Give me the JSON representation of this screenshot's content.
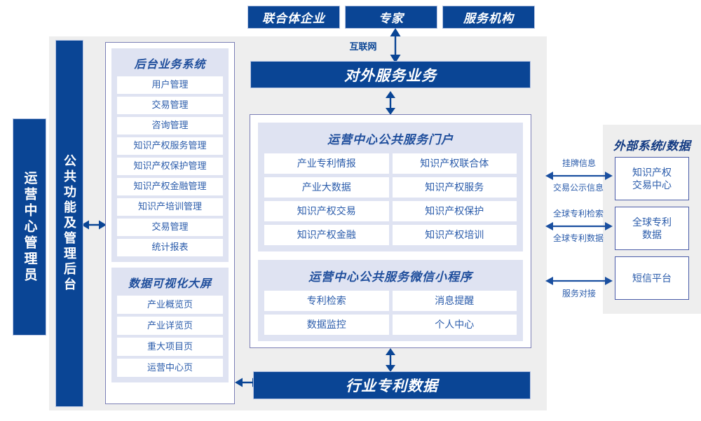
{
  "top_actors": [
    {
      "label": "联合体企业"
    },
    {
      "label": "专家"
    },
    {
      "label": "服务机构"
    }
  ],
  "internet_label": "互联网",
  "external_service_bar": "对外服务业务",
  "left_column": {
    "operator_label": "运营中心管理员",
    "common_backend_label": "公共功能及管理后台"
  },
  "backend_panel": {
    "groups": [
      {
        "title": "后台业务系统",
        "items": [
          "用户管理",
          "交易管理",
          "咨询管理",
          "知识产权服务管理",
          "知识产权保护管理",
          "知识产权金融管理",
          "知识产培训管理",
          "交易管理",
          "统计报表"
        ]
      },
      {
        "title": "数据可视化大屏",
        "items": [
          "产业概览页",
          "产业详览页",
          "重大项目页",
          "运营中心页"
        ]
      }
    ]
  },
  "center_panel": {
    "groups": [
      {
        "title": "运营中心公共服务门户",
        "items": [
          "产业专利情报",
          "知识产权联合体",
          "产业大数据",
          "知识产权服务",
          "知识产权交易",
          "知识产权保护",
          "知识产权金融",
          "知识产权培训"
        ]
      },
      {
        "title": "运营中心公共服务微信小程序",
        "items": [
          "专利检索",
          "消息提醒",
          "数据监控",
          "个人中心"
        ]
      }
    ]
  },
  "bottom_bar": "行业专利数据",
  "external_panel": {
    "title": "外部系统/数据",
    "boxes": [
      {
        "label": "知识产权\n交易中心"
      },
      {
        "label": "全球专利\n数据"
      },
      {
        "label": "短信平台"
      }
    ],
    "connections": [
      {
        "above": "挂牌信息",
        "below": "交易公示信息"
      },
      {
        "above": "全球专利检索",
        "below": "全球专利数据"
      },
      {
        "above": "",
        "below": "服务对接"
      }
    ]
  },
  "colors": {
    "brand_blue": "#0a4595",
    "text_blue": "#2b5cab",
    "group_lavender": "#dfe3f2",
    "panel_gray": "#eeeeee",
    "card_border": "#7b7fb5"
  }
}
